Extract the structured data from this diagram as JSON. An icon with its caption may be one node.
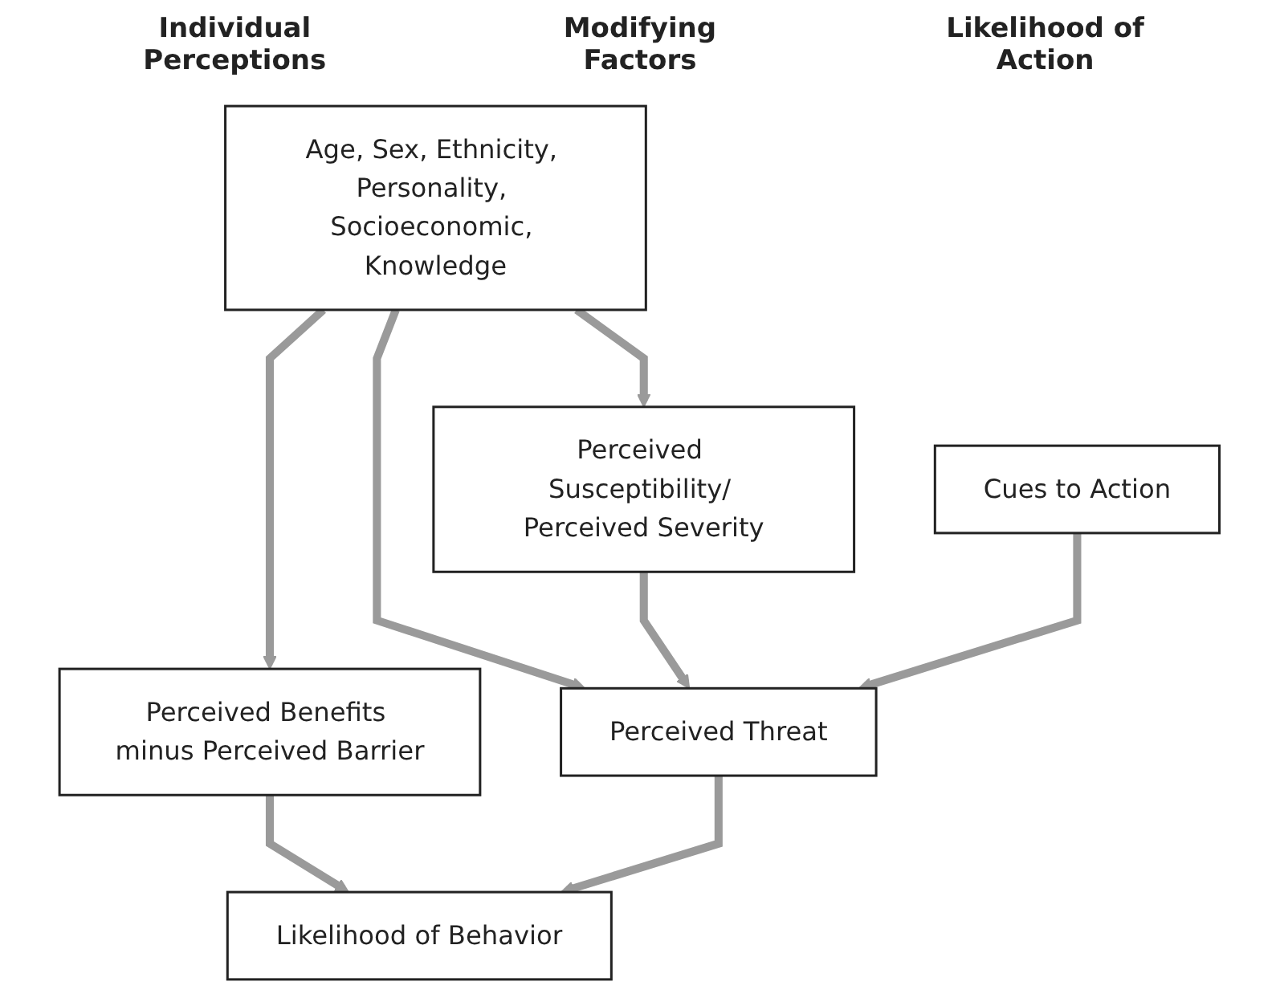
{
  "diagram": {
    "nodes": [
      {
        "text": [
          "Age, Sex, Ethnicity, Personality, Socioeconomic, Knowledge"
        ]
      },
      {
        "text": [
          "Perceived Benefits minus Perceived Barrier"
        ]
      },
      {
        "text": [
          "Perceived Susceptibility/ Perceived Severity"
        ]
      },
      {
        "text": [
          "Perceived Threat"
        ]
      },
      {
        "text": [
          "Likelihood of Behavior"
        ]
      },
      {
        "text": [
          "Cues to Action"
        ]
      }
    ],
    "edges": [
      {
        "from": 0,
        "to": 1,
        "arrow": "to"
      },
      {
        "from": 0,
        "to": 2,
        "arrow": "to"
      },
      {
        "from": 0,
        "to": 3,
        "arrow": "to"
      },
      {
        "from": 1,
        "to": 4,
        "arrow": "to"
      },
      {
        "from": 2,
        "to": 3,
        "arrow": "to"
      },
      {
        "from": 3,
        "to": 4,
        "arrow": "to"
      },
      {
        "from": 5,
        "to": 3,
        "arrow": "to"
      }
    ],
    "labels": [
      "Individual Perceptions",
      "Modifying Factors",
      "Likelihood of Action"
    ]
  }
}
